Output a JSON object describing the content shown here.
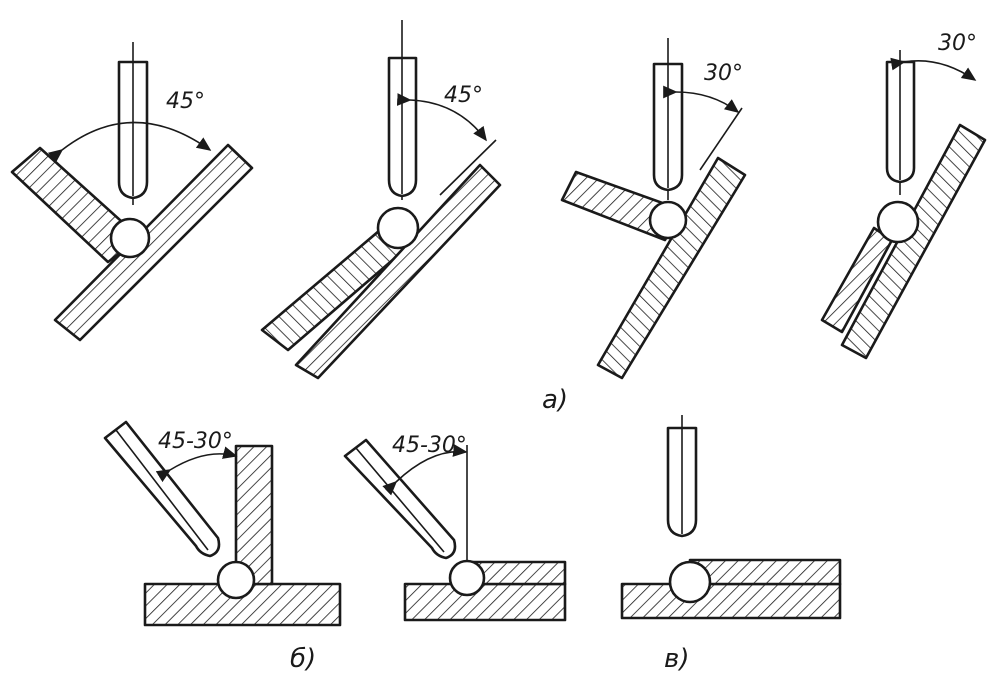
{
  "angles": {
    "a1": "45°",
    "a2": "45°",
    "a3": "30°",
    "a4": "30°",
    "b1": "45-30°",
    "b2": "45-30°"
  },
  "sublabels": {
    "a": "а)",
    "b": "б)",
    "v": "в)"
  }
}
